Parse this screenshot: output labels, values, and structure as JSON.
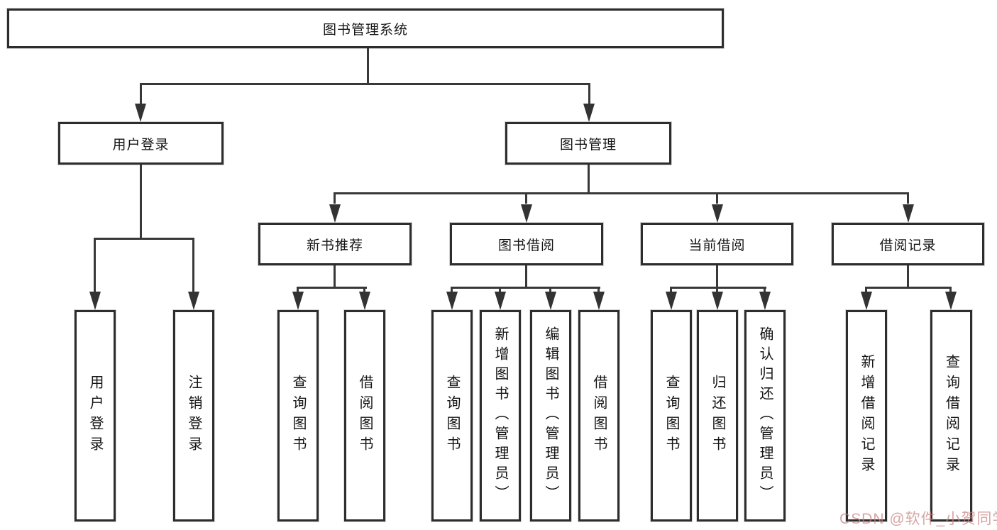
{
  "tree": {
    "root": {
      "label": "图书管理系统"
    },
    "branches": [
      {
        "label": "用户登录",
        "children": [
          {
            "label": "用户登录"
          },
          {
            "label": "注销登录"
          }
        ]
      },
      {
        "label": "图书管理",
        "sections": [
          {
            "label": "新书推荐",
            "children": [
              {
                "label": "查询图书"
              },
              {
                "label": "借阅图书"
              }
            ]
          },
          {
            "label": "图书借阅",
            "children": [
              {
                "label": "查询图书"
              },
              {
                "label": "新增图书（管理员）"
              },
              {
                "label": "编辑图书（管理员）"
              },
              {
                "label": "借阅图书"
              }
            ]
          },
          {
            "label": "当前借阅",
            "children": [
              {
                "label": "查询图书"
              },
              {
                "label": "归还图书"
              },
              {
                "label": "确认归还（管理员）"
              }
            ]
          },
          {
            "label": "借阅记录",
            "children": [
              {
                "label": "新增借阅记录"
              },
              {
                "label": "查询借阅记录"
              }
            ]
          }
        ]
      }
    ]
  },
  "watermark": {
    "text": "CSDN @软件_小贺同学",
    "color": "#c98282"
  },
  "colors": {
    "line": "#383838",
    "box_border": "#2d2d2d",
    "background": "#ffffff",
    "text": "#141414"
  }
}
